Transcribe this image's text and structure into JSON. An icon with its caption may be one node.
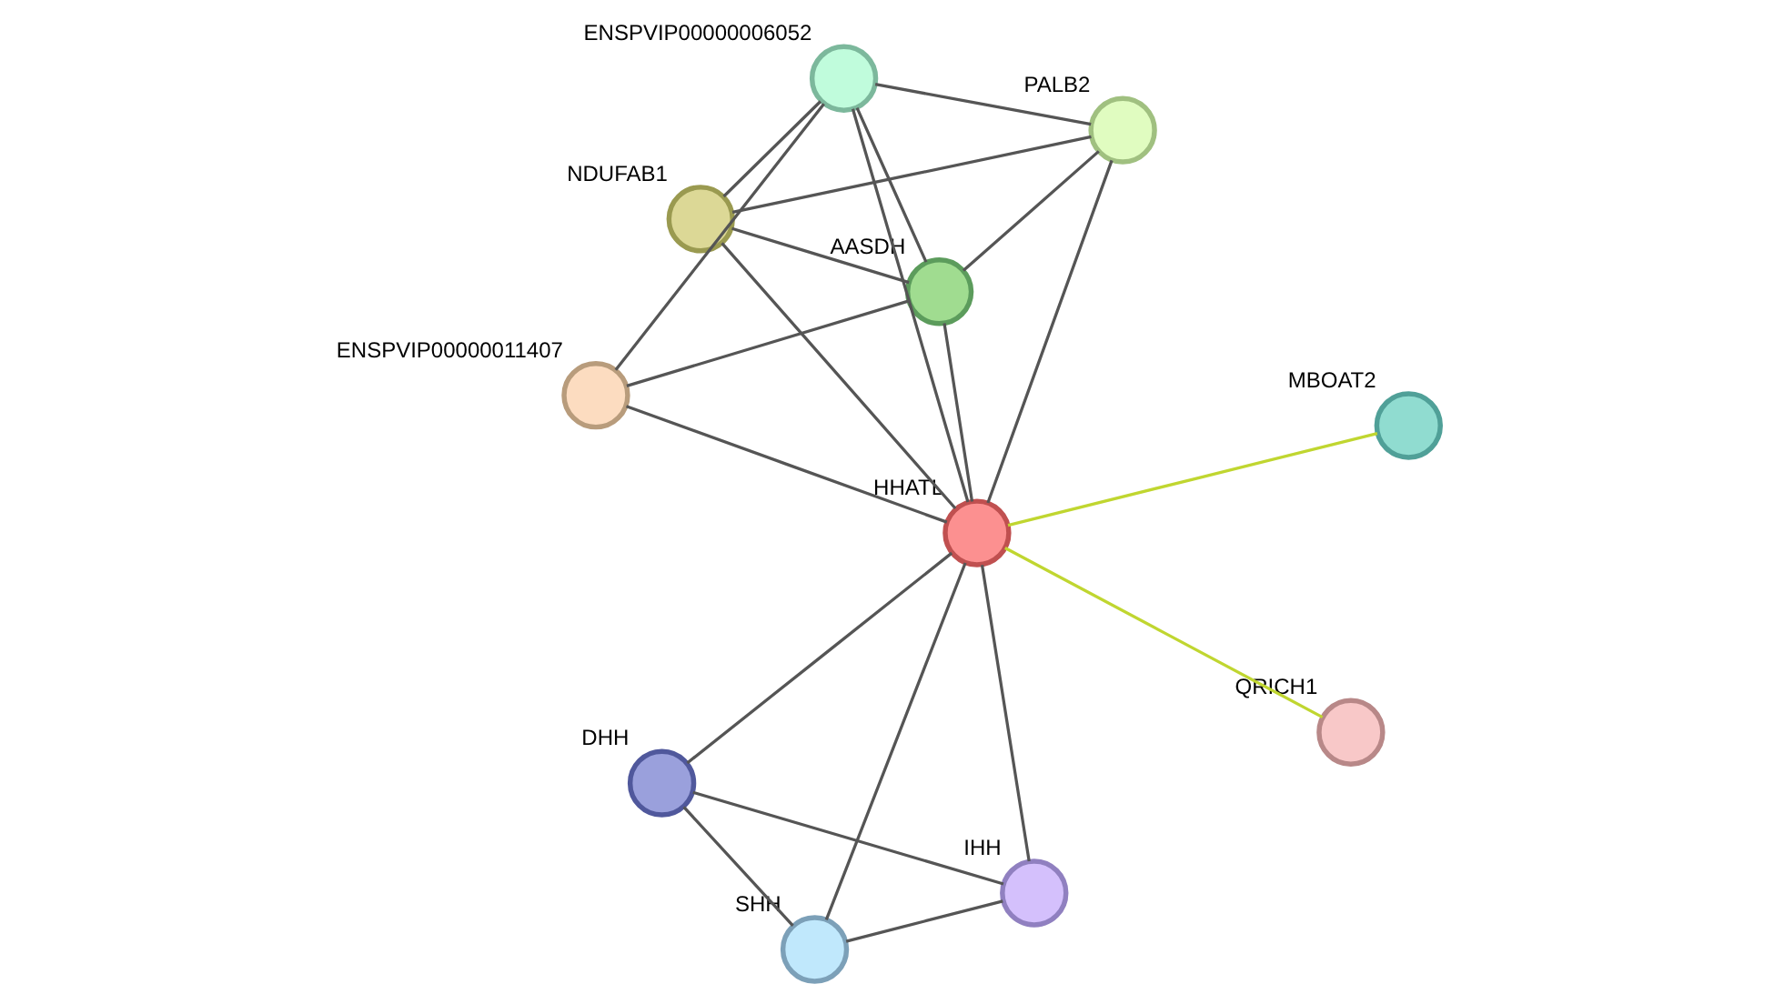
{
  "diagram": {
    "nodes": [
      {
        "text": [
          "NDUFAB1"
        ]
      },
      {
        "text": [
          "AASDH"
        ]
      },
      {
        "text": [
          "ENSPVIP00000011407"
        ]
      },
      {
        "text": [
          "ENSPVIP00000006052"
        ]
      },
      {
        "text": [
          "PALB2"
        ]
      },
      {
        "text": [
          "HHATL"
        ]
      },
      {
        "text": [
          "DHH"
        ]
      },
      {
        "text": [
          "MBOAT2"
        ]
      },
      {
        "text": [
          "SHH"
        ]
      },
      {
        "text": [
          "IHH"
        ]
      },
      {
        "text": [
          "QRICH1"
        ]
      }
    ],
    "edges": [
      {
        "from": 0,
        "to": 1,
        "arrow": "none"
      },
      {
        "from": 0,
        "to": 4,
        "arrow": "none"
      },
      {
        "from": 0,
        "to": 3,
        "arrow": "none"
      },
      {
        "from": 0,
        "to": 5,
        "arrow": "none"
      },
      {
        "from": 1,
        "to": 2,
        "arrow": "none"
      },
      {
        "from": 1,
        "to": 3,
        "arrow": "none"
      },
      {
        "from": 1,
        "to": 4,
        "arrow": "none"
      },
      {
        "from": 1,
        "to": 5,
        "arrow": "none"
      },
      {
        "from": 2,
        "to": 3,
        "arrow": "none"
      },
      {
        "from": 2,
        "to": 5,
        "arrow": "none"
      },
      {
        "from": 3,
        "to": 4,
        "arrow": "none"
      },
      {
        "from": 3,
        "to": 5,
        "arrow": "none"
      },
      {
        "from": 4,
        "to": 5,
        "arrow": "none"
      },
      {
        "from": 5,
        "to": 6,
        "arrow": "none"
      },
      {
        "from": 5,
        "to": 8,
        "arrow": "none"
      },
      {
        "from": 5,
        "to": 9,
        "arrow": "none"
      },
      {
        "from": 5,
        "to": 7,
        "arrow": "none",
        "color": "#c0d630"
      },
      {
        "from": 5,
        "to": 10,
        "arrow": "none",
        "color": "#c0d630"
      },
      {
        "from": 6,
        "to": 8,
        "arrow": "none"
      },
      {
        "from": 6,
        "to": 9,
        "arrow": "none"
      },
      {
        "from": 8,
        "to": 9,
        "arrow": "none"
      }
    ]
  }
}
